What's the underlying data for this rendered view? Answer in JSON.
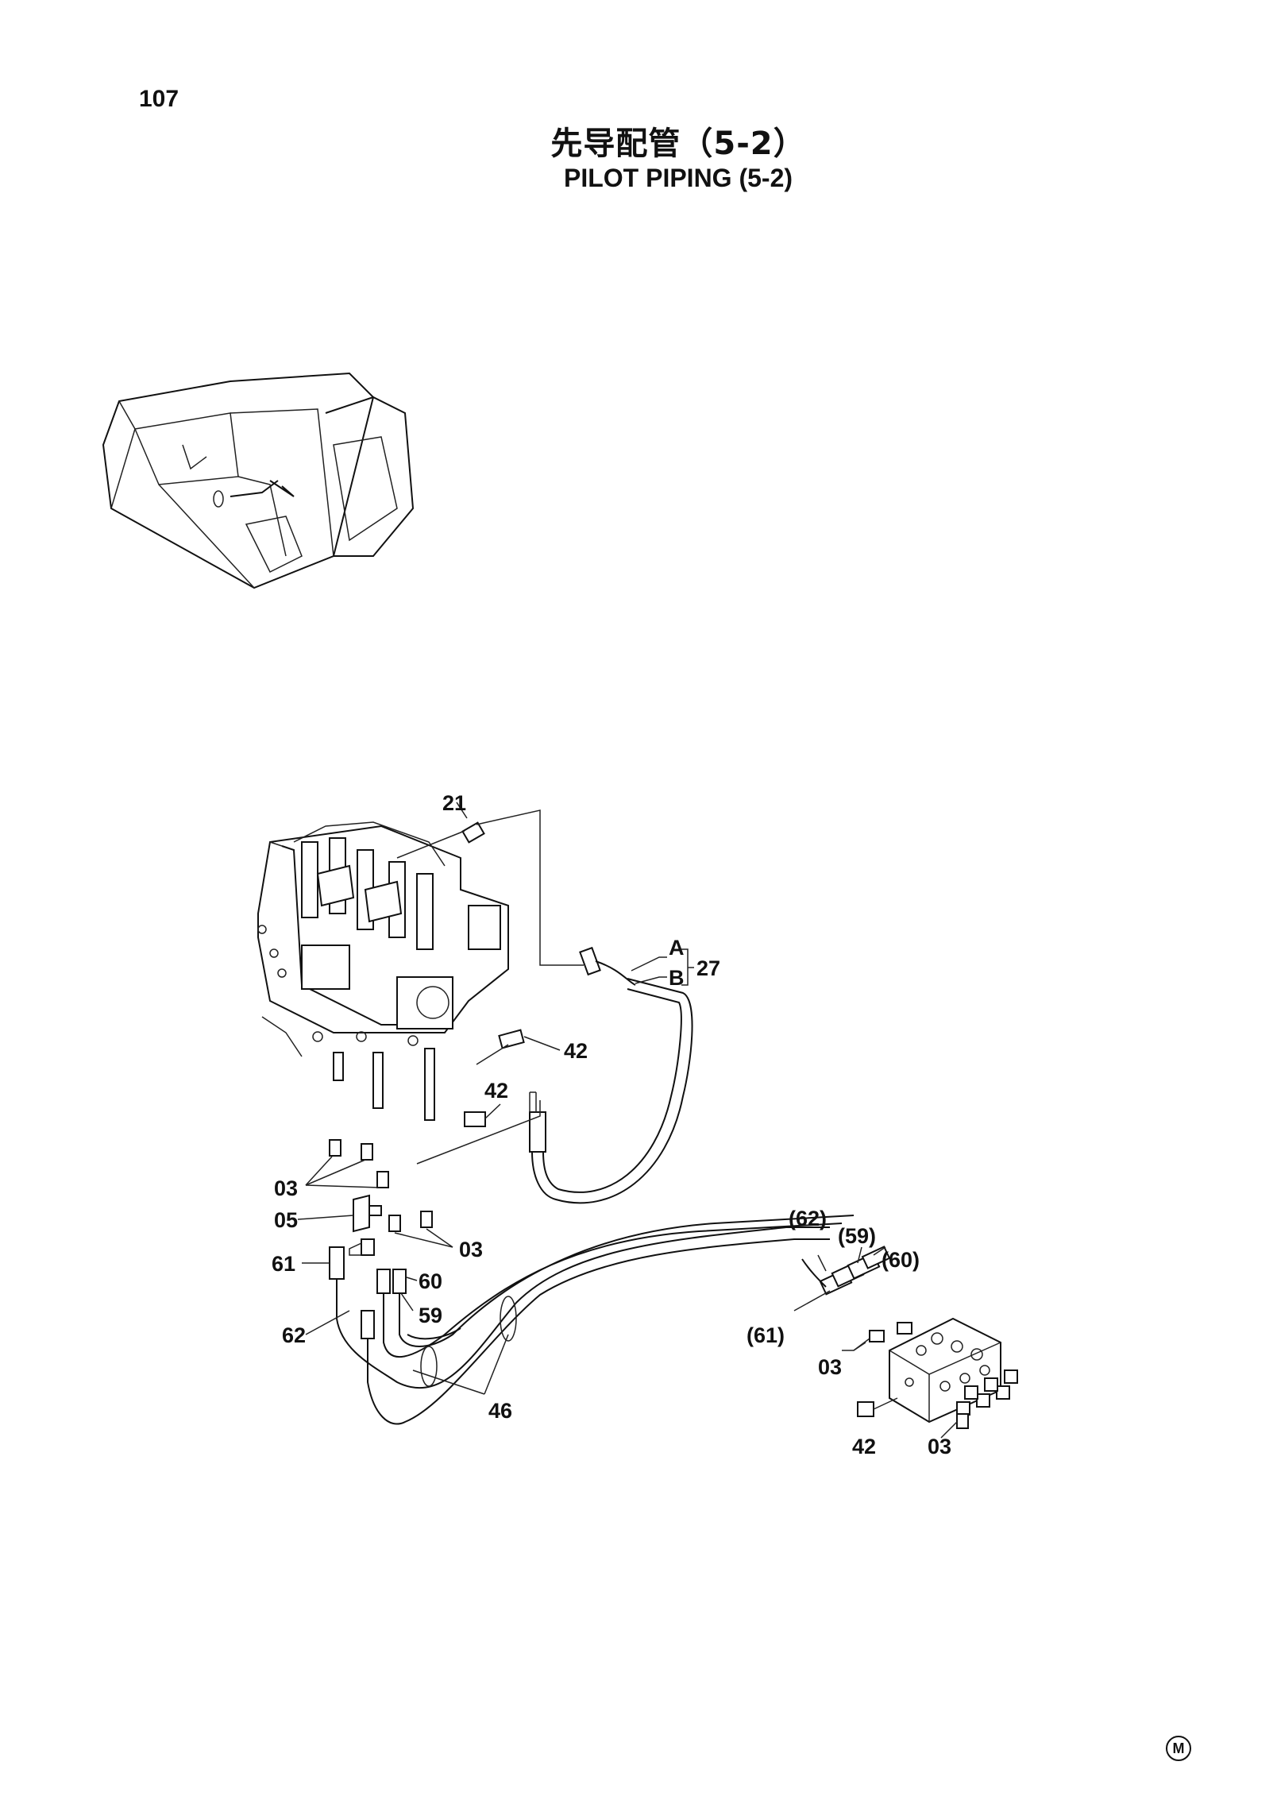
{
  "page_number": "107",
  "title_cn": "先导配管（5-2）",
  "title_en": "PILOT  PIPING (5-2)",
  "footer_mark": "M",
  "callouts": {
    "c21": "21",
    "cA": "A",
    "cB": "B",
    "c27": "27",
    "c42a": "42",
    "c42b": "42",
    "c03a": "03",
    "c05": "05",
    "c03b": "03",
    "c61": "61",
    "c60": "60",
    "c62": "62",
    "c59": "59",
    "c46": "46",
    "c62p": "(62)",
    "c59p": "(59)",
    "c60p": "(60)",
    "c61p": "(61)",
    "c03c": "03",
    "c42c": "42",
    "c03d": "03"
  }
}
